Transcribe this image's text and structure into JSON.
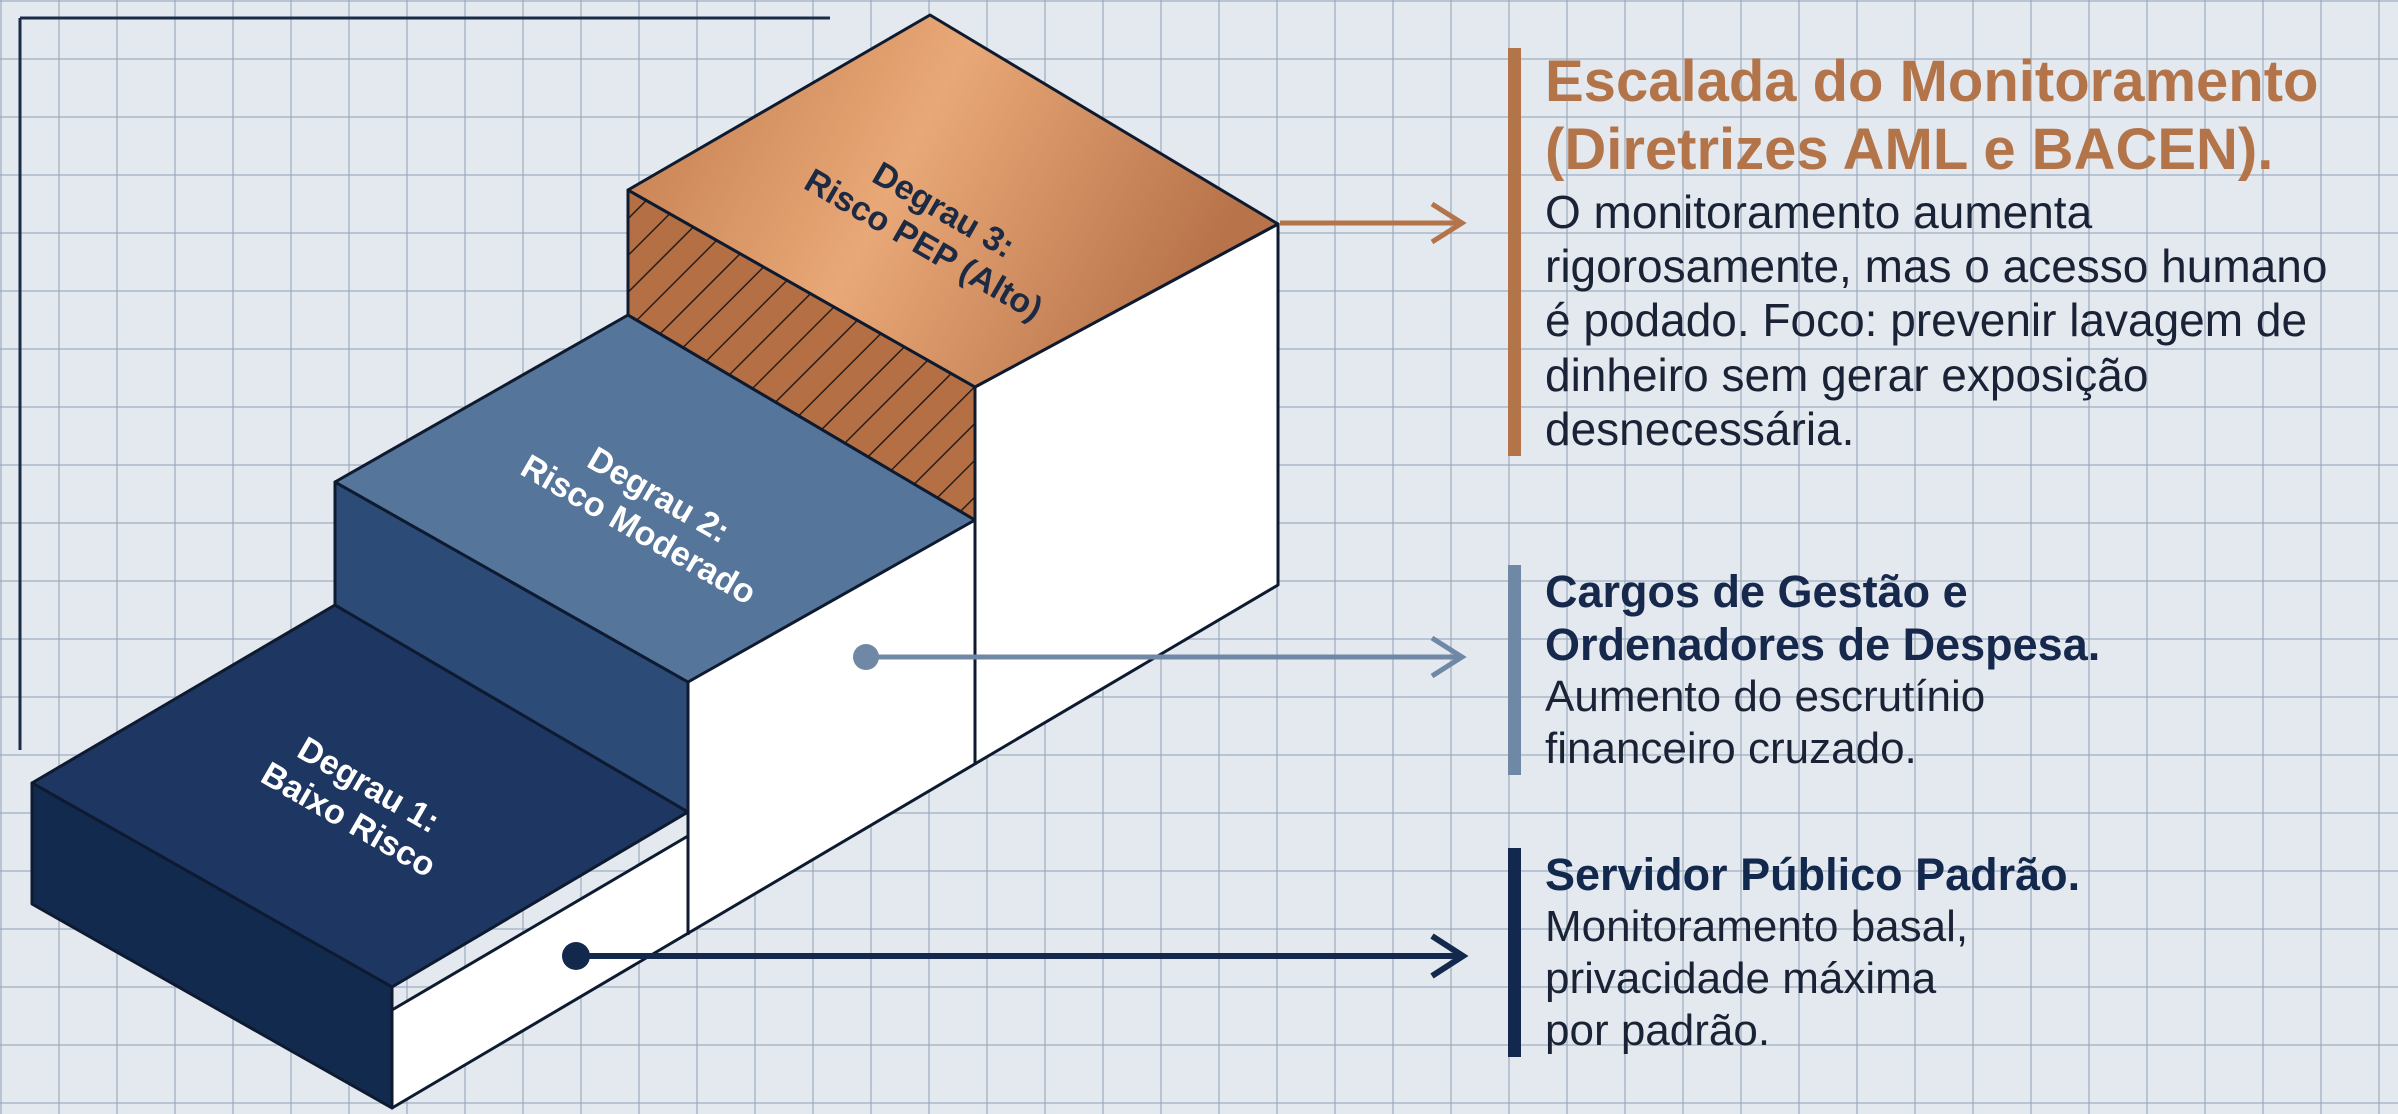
{
  "steps": [
    {
      "title": "Degrau 1:",
      "subtitle": "Baixo Risco"
    },
    {
      "title": "Degrau 2:",
      "subtitle": "Risco Moderado"
    },
    {
      "title": "Degrau 3:",
      "subtitle": "Risco PEP (Alto)"
    }
  ],
  "high": {
    "title": "Escalada do Monitoramento\n(Diretrizes AML e BACEN).",
    "body": "O monitoramento aumenta\nrigorosamente, mas o acesso humano\né podado. Foco: prevenir lavagem de\ndinheiro sem gerar exposição\ndesnecessária."
  },
  "moderate": {
    "title": "Cargos de Gestão e\nOrdenadores de Despesa.",
    "body": "Aumento do escrutínio\nfinanceiro cruzado."
  },
  "low": {
    "title": "Servidor Público Padrão.",
    "body": "Monitoramento basal,\nprivacidade máxima\npor padrão."
  },
  "colors": {
    "high": "#b3744a",
    "moderate": "#6f88a6",
    "low": "#13284d",
    "background": "#e3e9ef"
  }
}
